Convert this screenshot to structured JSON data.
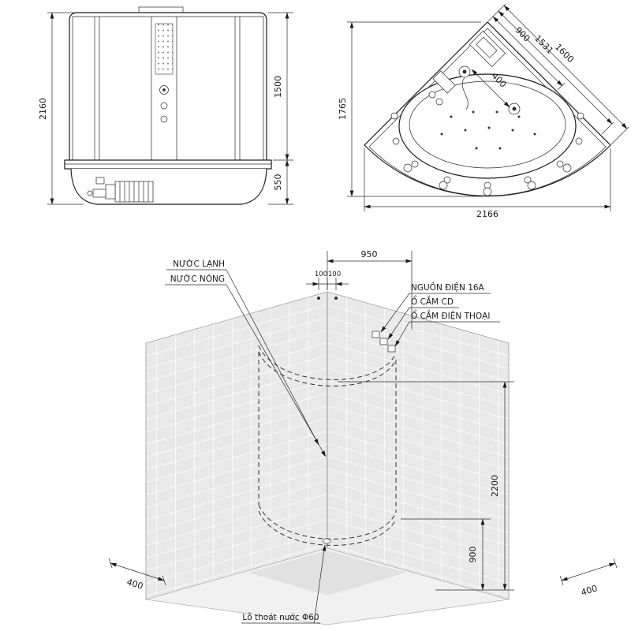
{
  "page": {
    "background": "#ffffff",
    "line_color": "#1a1a1a"
  },
  "front_view": {
    "dim_total_height": "2160",
    "dim_upper_section": "1500",
    "dim_base_section": "550"
  },
  "plan_view": {
    "dim_depth": "1765",
    "dim_width": "2166",
    "dim_edge_900": "900",
    "dim_edge_1531": "1531",
    "dim_edge_1600": "1600",
    "dim_corner": "400"
  },
  "iso_view": {
    "dim_top": "950",
    "dim_offset_left": "100",
    "dim_offset_right": "100",
    "dim_height_total": "2200",
    "dim_height_rim": "900",
    "dim_floor_left": "400",
    "dim_floor_right": "400",
    "labels": {
      "cold_water": "NƯỚC LẠNH",
      "hot_water": "NƯỚC NÓNG",
      "power": "NGUỒN ĐIỆN 16A",
      "cd_socket": "Ổ CẮM CD",
      "phone_socket": "Ổ CẮM ĐIỆN THOẠI",
      "drain": "Lỗ thoát nước Φ60"
    }
  }
}
